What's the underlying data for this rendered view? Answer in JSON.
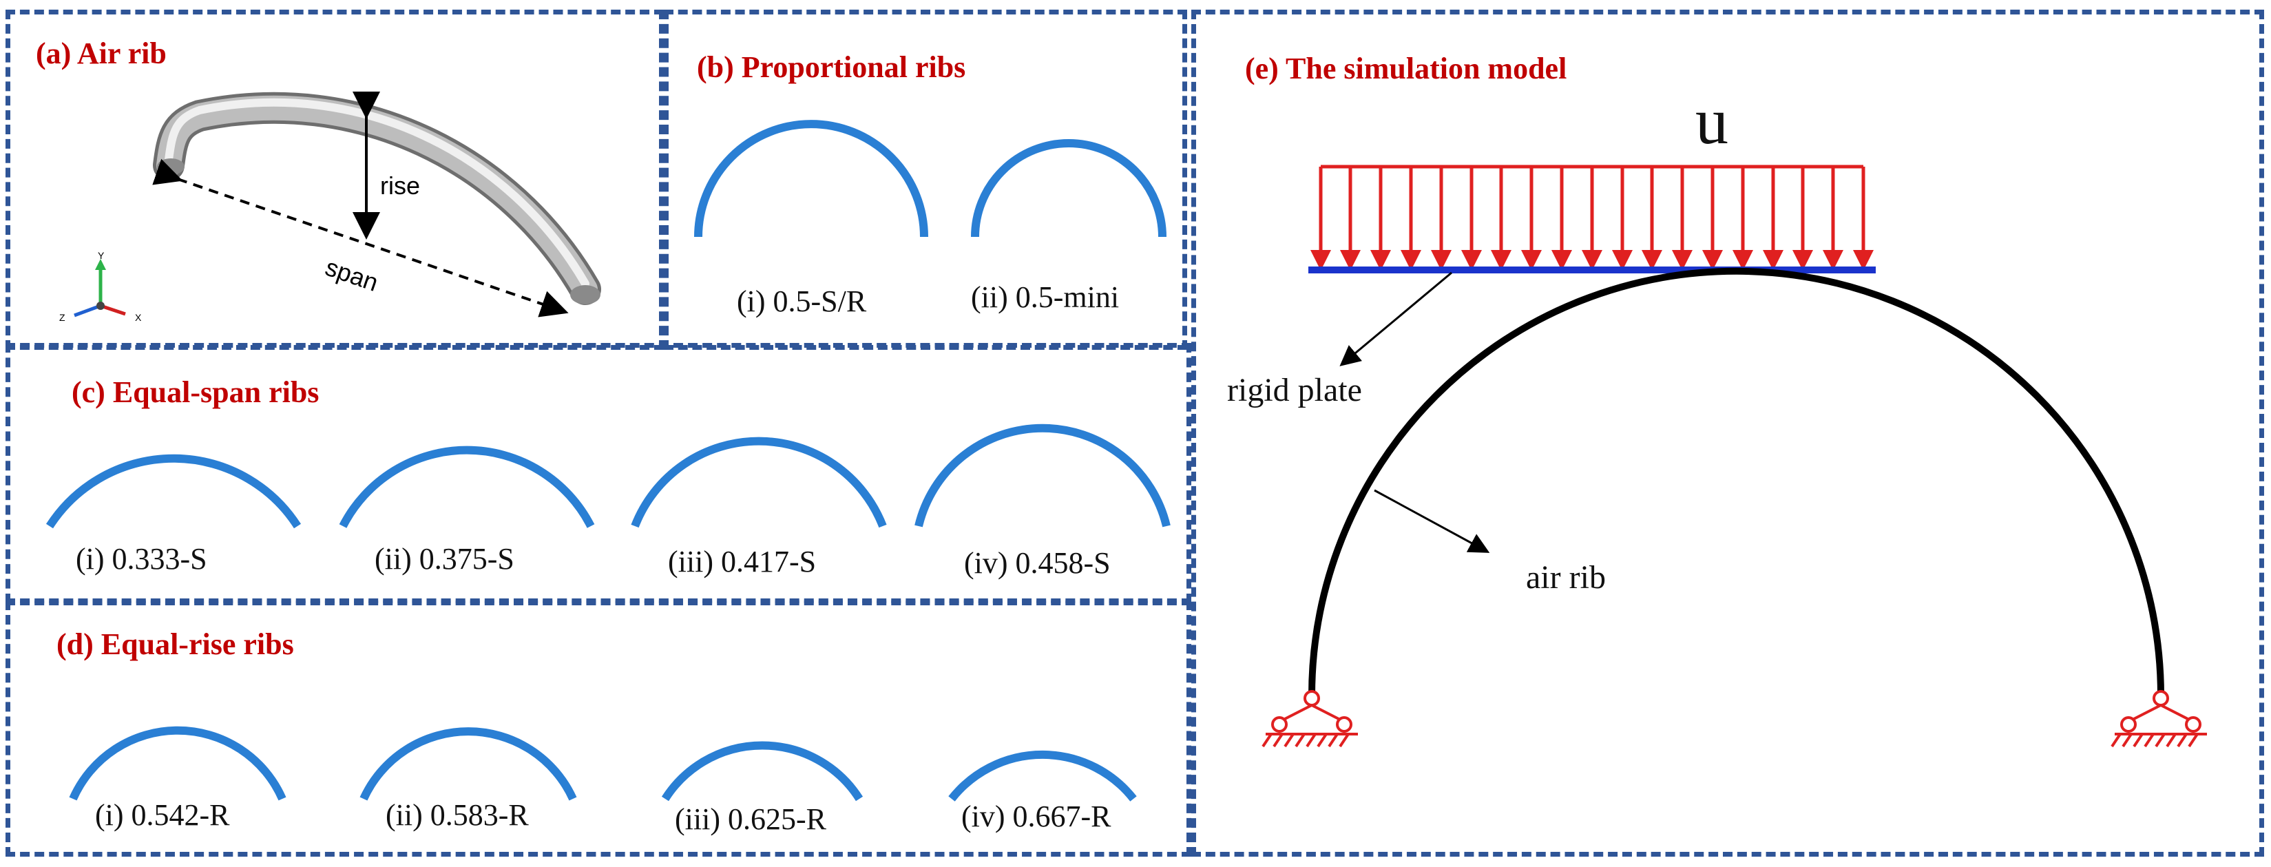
{
  "panel_a": {
    "title": "(a) Air rib",
    "rise_label": "rise",
    "span_label": "span",
    "axis": {
      "y": "Y",
      "z": "Z",
      "x": "X"
    }
  },
  "panel_b": {
    "title": "(b) Proportional ribs",
    "captions": [
      "(i) 0.5-S/R",
      "(ii) 0.5-mini"
    ]
  },
  "panel_c": {
    "title": "(c) Equal-span ribs",
    "captions": [
      "(i) 0.333-S",
      "(ii) 0.375-S",
      "(iii) 0.417-S",
      "(iv) 0.458-S"
    ]
  },
  "panel_d": {
    "title": "(d) Equal-rise ribs",
    "captions": [
      "(i) 0.542-R",
      "(ii) 0.583-R",
      "(iii) 0.625-R",
      "(iv) 0.667-R"
    ]
  },
  "panel_e": {
    "title": "(e) The simulation model",
    "load_label": "u",
    "rigid_plate_label": "rigid plate",
    "air_rib_label": "air rib"
  },
  "colors": {
    "border": "#2f5597",
    "title": "#c00000",
    "rib": "#2a7fd4",
    "load": "#e02020",
    "plate": "#1a33cc"
  }
}
